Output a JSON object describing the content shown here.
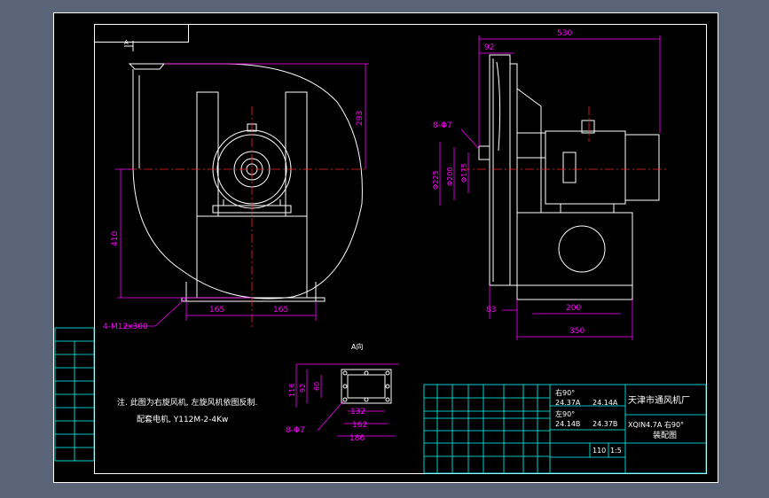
{
  "dims": {
    "d530": "530",
    "d92": "92",
    "d293": "293",
    "d410": "410",
    "d165a": "165",
    "d165b": "165",
    "d83": "83",
    "d200": "200",
    "d350": "350",
    "d225": "Φ225",
    "d200dia": "Φ200",
    "d175": "Φ175",
    "holes_side": "8-Φ7",
    "bolts": "4-M12x300",
    "d116": "116",
    "d92b": "92",
    "d60": "60",
    "d132": "132",
    "d162": "162",
    "d186": "186",
    "holes_flange": "8-Φ7"
  },
  "view_label": "A向",
  "view_arrow": "A",
  "notes": {
    "line1": "注. 此图为右旋风机, 左旋风机依图反制.",
    "line2": "配套电机, Y112M-2-4Kw"
  },
  "title_block": {
    "company": "天津市通风机厂",
    "model": "XQIN4.7A 右90°",
    "drawing": "装配图",
    "r1_left": "右90°",
    "r1_a": "24.37A",
    "r1_b": "24.14A",
    "r2_left": "左90°",
    "r2_a": "24.14B",
    "r2_b": "24.37B",
    "scale_left": "110",
    "scale": "1:5"
  },
  "colors": {
    "background": "#5a6478",
    "paper": "#000000",
    "frame": "#ffffff",
    "dimension": "#ff00ff",
    "centerline": "#ff2020",
    "table": "#00ffff",
    "note": "#ffffff"
  }
}
